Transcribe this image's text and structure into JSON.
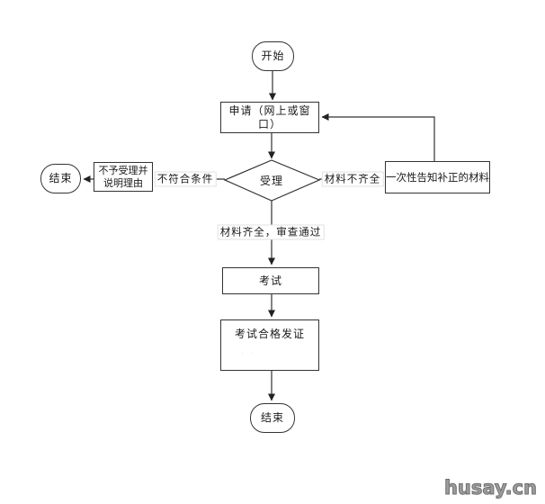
{
  "diagram": {
    "title": "permit-application-flowchart",
    "nodes": {
      "start": {
        "label": "开始",
        "type": "terminator"
      },
      "apply": {
        "label": "申请（网上或窗口）",
        "type": "process"
      },
      "accept": {
        "label": "受理",
        "type": "decision"
      },
      "reject": {
        "label": "不予受理并说明理由",
        "type": "process"
      },
      "end_left": {
        "label": "结束",
        "type": "terminator"
      },
      "notify": {
        "label": "一次性告知补正的材料",
        "type": "process"
      },
      "exam": {
        "label": "考试",
        "type": "process"
      },
      "certify": {
        "label": "考试合格发证",
        "type": "process"
      },
      "end_bottom": {
        "label": "结束",
        "type": "terminator"
      }
    },
    "edge_labels": {
      "not_qualified": "不符合条件",
      "materials_incomplete": "材料不齐全",
      "materials_complete": "材料齐全，审查通过"
    },
    "colors": {
      "line": "#333333",
      "box_border": "#333333",
      "edge_label_border": "#e2e2e2",
      "background": "#ffffff",
      "watermark": "#9c9c9c"
    }
  },
  "watermark": {
    "text": "husay.cn"
  }
}
